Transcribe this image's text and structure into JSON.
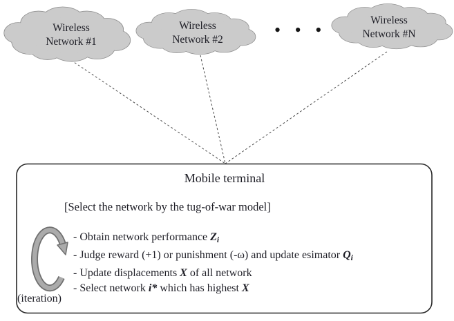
{
  "figure": {
    "clouds": [
      {
        "line1": "Wireless",
        "line2": "Network #1"
      },
      {
        "line1": "Wireless",
        "line2": "Network #2"
      },
      {
        "line1": "Wireless",
        "line2": "Network #N"
      }
    ],
    "ellipsis": "• • •",
    "terminal": {
      "title": "Mobile terminal",
      "subtitle": "[Select the network by the tug-of-war model]",
      "steps": [
        {
          "segments": [
            {
              "t": "- Obtain network performance ",
              "s": "n"
            },
            {
              "t": "Z",
              "s": "v"
            },
            {
              "t": "i",
              "s": "vs"
            }
          ]
        },
        {
          "segments": [
            {
              "t": "- Judge reward (+1) or punishment (-ω) and update esimator ",
              "s": "n"
            },
            {
              "t": "Q",
              "s": "v"
            },
            {
              "t": "i",
              "s": "vs"
            }
          ]
        },
        {
          "segments": [
            {
              "t": "- Update displacements ",
              "s": "n"
            },
            {
              "t": "X",
              "s": "v"
            },
            {
              "t": " of all network",
              "s": "n"
            }
          ]
        },
        {
          "segments": [
            {
              "t": "- Select network ",
              "s": "n"
            },
            {
              "t": "i*",
              "s": "v"
            },
            {
              "t": " which has highest ",
              "s": "n"
            },
            {
              "t": "X",
              "s": "v"
            }
          ]
        }
      ],
      "iteration_label": "(iteration)",
      "iteration_icon": "cycle-arrow"
    },
    "colors": {
      "cloud_fill": "#cbcbcb",
      "cloud_stroke": "#8e8e8e",
      "box_stroke": "#262626",
      "ink": "#1e1e26",
      "line": "#4a4a4a",
      "arrow_core": "#ababab",
      "arrow_edge": "#6f6f6f",
      "dots": "#151515"
    }
  }
}
